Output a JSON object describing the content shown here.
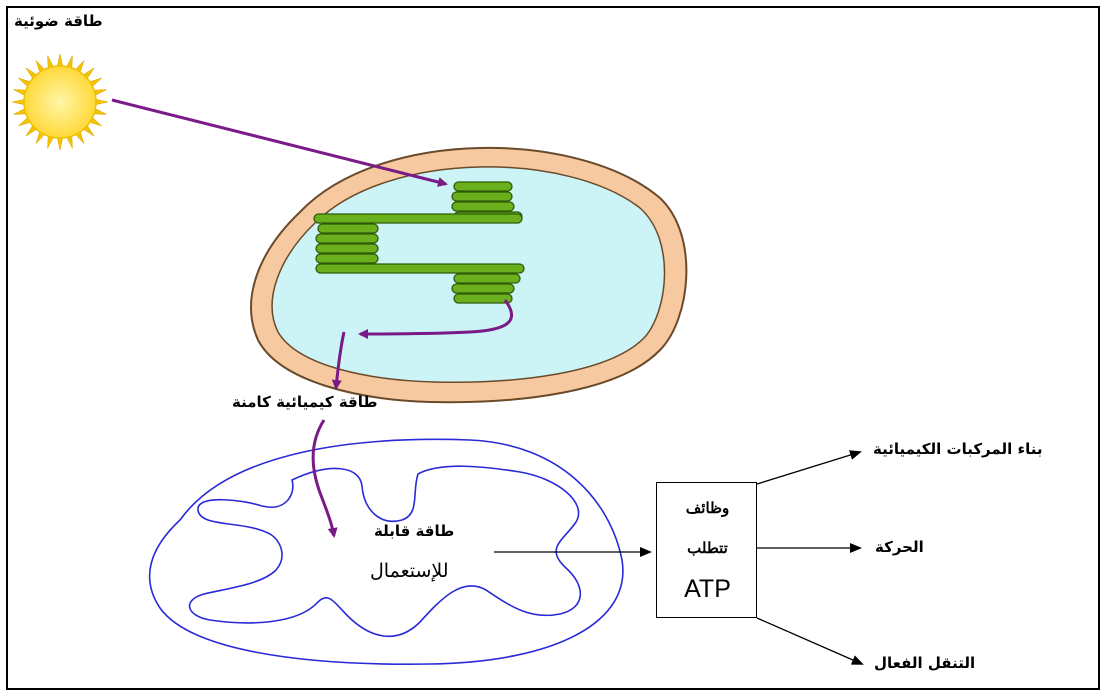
{
  "labels": {
    "light_energy": "طاقة ضوئية",
    "potential_chemical_energy": "طاقة كيميائية كامنة",
    "usable_energy_line1": "طاقة قابلة",
    "usable_energy_line2": "للإستعمال",
    "functions_line1": "وظائف",
    "functions_line2": "تتطلب",
    "functions_line3": "ATP",
    "synthesis": "بناء المركبات الكيميائية",
    "movement": "الحركة",
    "active_transport": "التنقل الفعال"
  },
  "colors": {
    "sun_fill": "#ffe066",
    "sun_rays": "#f5c400",
    "chloroplast_outer": "#f6c9a0",
    "chloroplast_inner": "#ccf4f6",
    "thylakoid": "#6aaf1c",
    "arrow_purple": "#7a1a86",
    "mitochondrion": "#2a2ad8"
  },
  "icons": {
    "sun": "sun-icon",
    "chloroplast": "chloroplast-icon",
    "mitochondrion": "mitochondrion-icon"
  }
}
